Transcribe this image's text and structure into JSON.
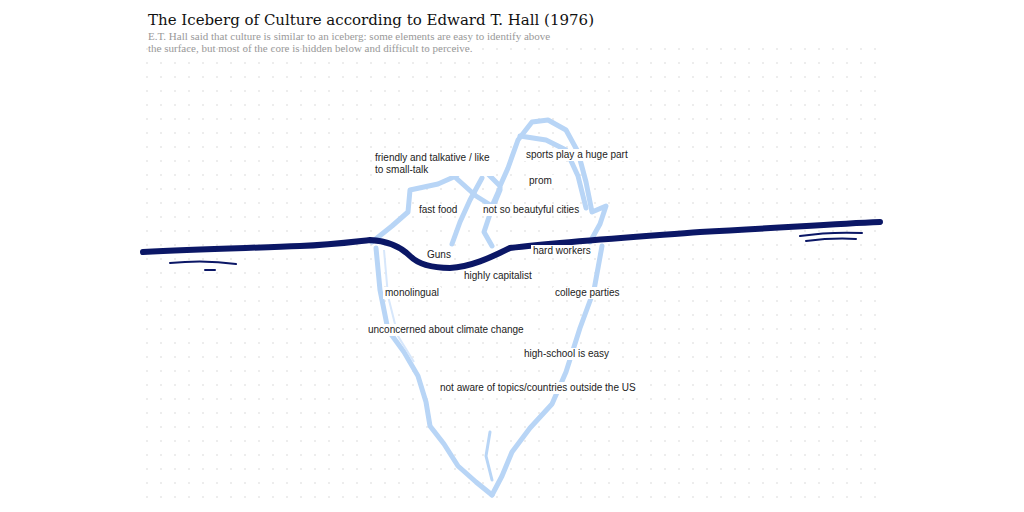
{
  "diagram": {
    "title": "The Iceberg of Culture according to Edward T. Hall (1976)",
    "caption": "E.T. Hall said that culture is similar to an iceberg: some elements are easy to identify above the surface, but most of the core is hidden below and difficult to perceive.",
    "labels": [
      "friendly and talkative / like to small-talk",
      "sports play a huge part",
      "prom",
      "fast food",
      "not so beautyful cities",
      "Guns",
      "hard workers",
      "highly capitalist",
      "monolingual",
      "college parties",
      "unconcerned about climate change",
      "high-school is easy",
      "not aware of topics/countries outside the US"
    ]
  }
}
